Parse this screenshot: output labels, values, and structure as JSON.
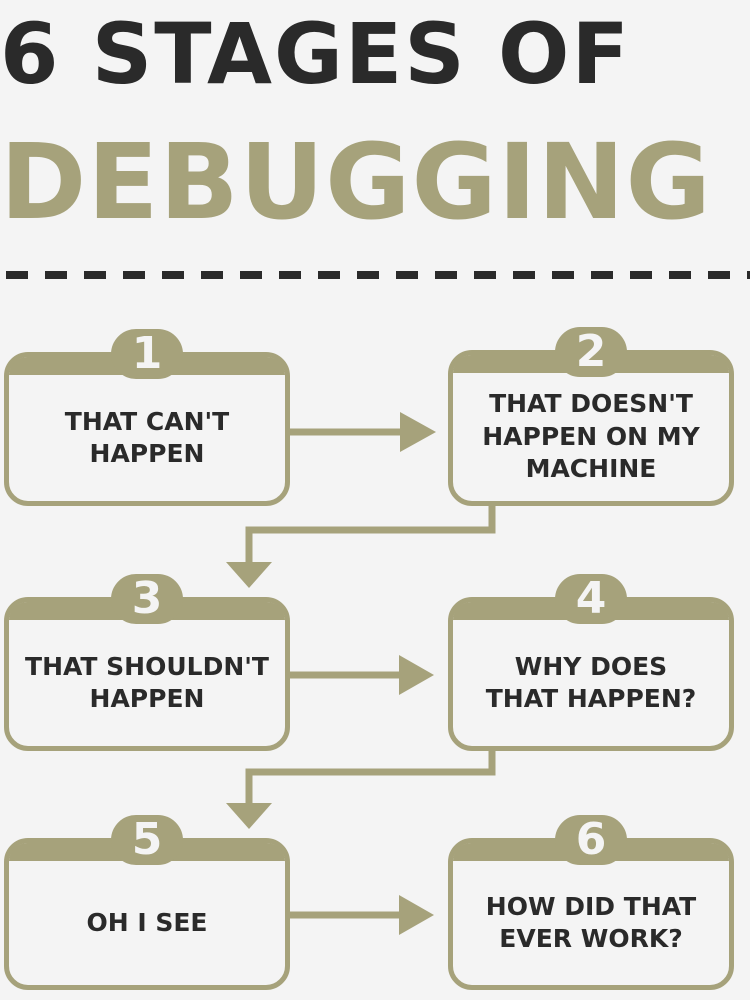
{
  "title": {
    "line1": "6 STAGES OF",
    "line2": "DEBUGGING"
  },
  "colors": {
    "dark": "#2a2a2a",
    "khaki": "#a6a27b",
    "background": "#f4f4f4"
  },
  "stages": [
    {
      "number": "1",
      "text": "THAT CAN'T\nHAPPEN"
    },
    {
      "number": "2",
      "text": "THAT DOESN'T\nHAPPEN ON MY\nMACHINE"
    },
    {
      "number": "3",
      "text": "THAT SHOULDN'T\nHAPPEN"
    },
    {
      "number": "4",
      "text": "WHY DOES\nTHAT HAPPEN?"
    },
    {
      "number": "5",
      "text": "OH I SEE"
    },
    {
      "number": "6",
      "text": "HOW DID THAT\nEVER WORK?"
    }
  ]
}
